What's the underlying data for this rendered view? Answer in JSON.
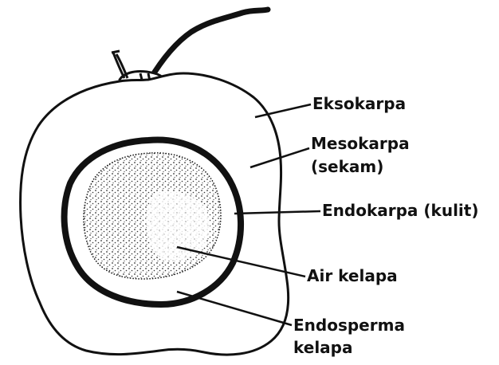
{
  "labels": {
    "exocarp": "Eksokarpa",
    "mesocarp_line1": "Mesokarpa",
    "mesocarp_line2": "(sekam)",
    "endocarp": "Endokarpa (kulit)",
    "coconut_water": "Air kelapa",
    "endosperm_line1": "Endosperma",
    "endosperm_line2": "kelapa"
  },
  "colors": {
    "ink": "#111111",
    "stipple": "#333333",
    "background": "#ffffff"
  }
}
